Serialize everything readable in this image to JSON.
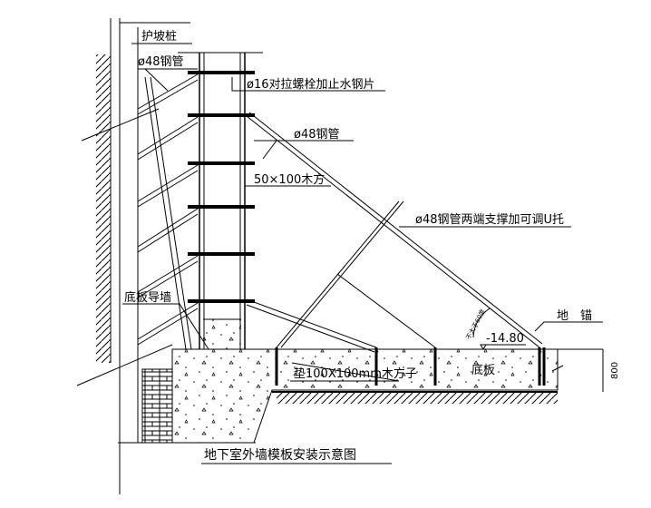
{
  "labels": {
    "retaining_pile": "护坡桩",
    "steel_pipe_left": "ø48钢管",
    "tie_bolt": "ø16对拉螺栓加止水钢片",
    "steel_pipe_right": "ø48钢管",
    "timber": "50×100木方",
    "pipe_support": "ø48钢管两端支撑加可调U托",
    "guide_wall": "底板导墙",
    "angle_note": "不大于60度",
    "elevation": "-14.80",
    "ground_anchor": "地　锚",
    "slab": "底板",
    "pad": "垫100X100mm木方子",
    "thickness": "800"
  },
  "title": "地下室外墙模板安装示意图"
}
